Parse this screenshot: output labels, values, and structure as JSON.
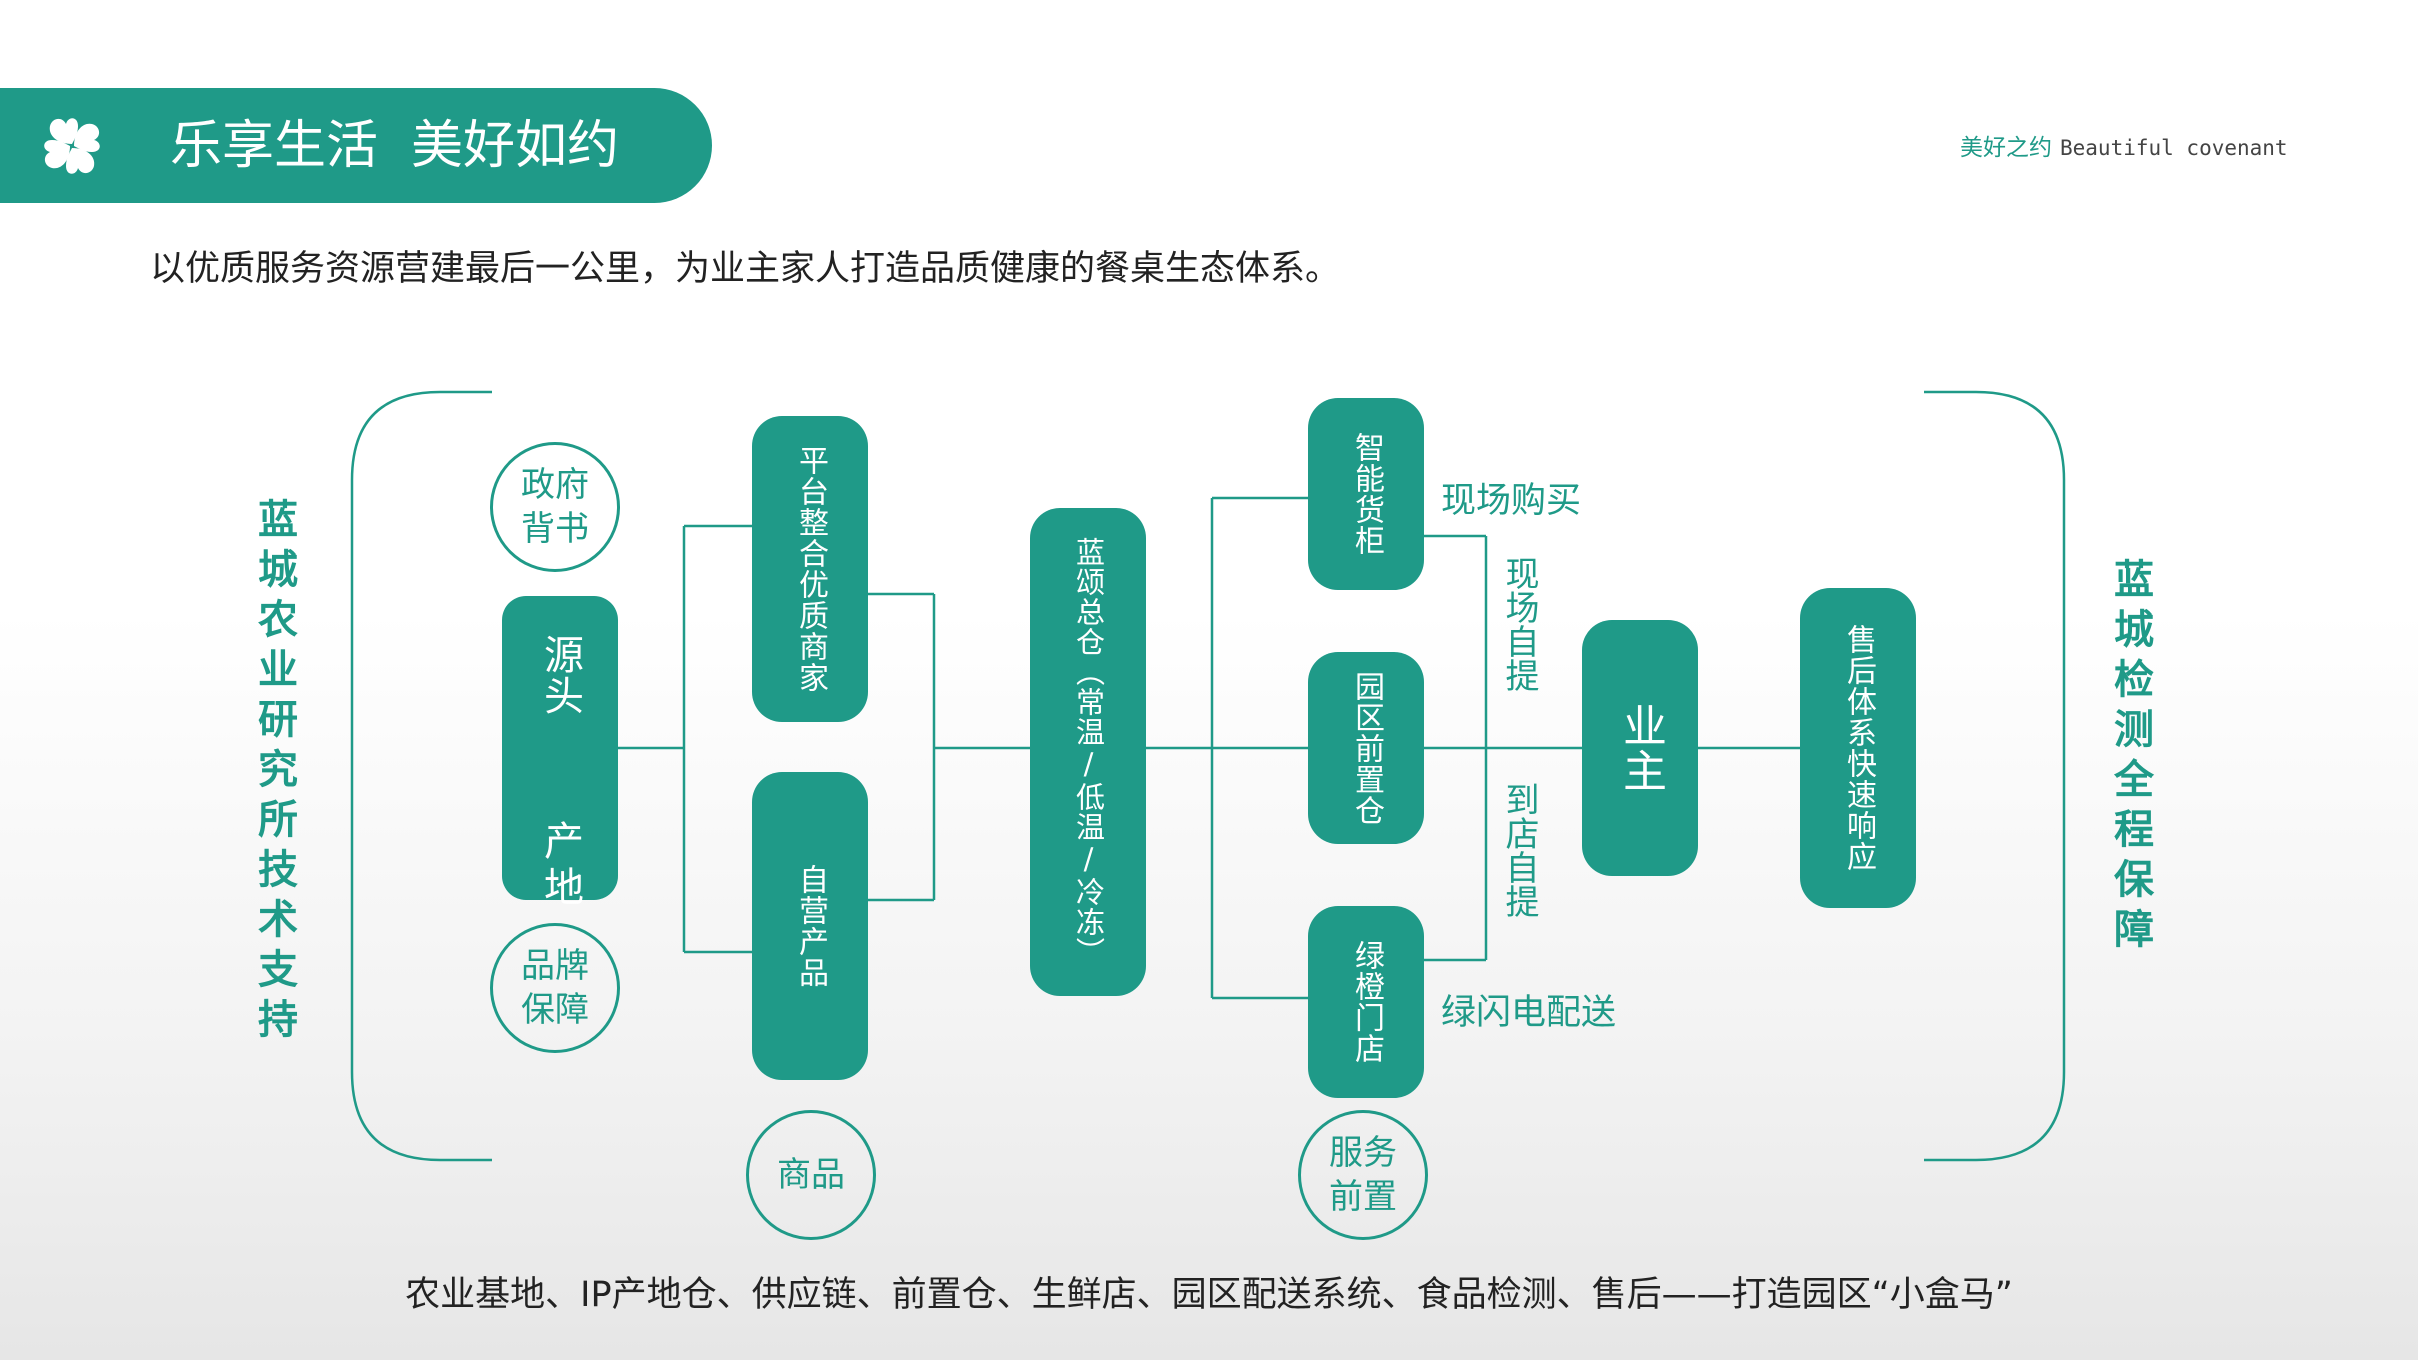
{
  "header": {
    "title": "乐享生活  美好如约",
    "logo_icon": "clover-icon"
  },
  "brand_tag": {
    "cn": "美好之约",
    "en": "Beautiful covenant"
  },
  "subtitle": "以优质服务资源营建最后一公里，为业主家人打造品质健康的餐桌生态体系。",
  "left_label": [
    "蓝",
    "城",
    "农",
    "业",
    "研",
    "究",
    "所",
    "技",
    "术",
    "支",
    "持"
  ],
  "right_label": [
    "蓝",
    "城",
    "检",
    "测",
    "全",
    "程",
    "保",
    "障"
  ],
  "circles": {
    "gov": [
      "政府",
      "背书"
    ],
    "brand": [
      "品牌",
      "保障"
    ],
    "goods": "商品",
    "service": [
      "服务",
      "前置"
    ]
  },
  "nodes": {
    "source": {
      "top": "源头",
      "bottom": "产地"
    },
    "platform": "平台整合优质商家",
    "self": "自营产品",
    "warehouse": "蓝颂总仓（常温/低温/冷冻）",
    "cabinet": "智能货柜",
    "park": "园区前置仓",
    "store": "绿橙门店",
    "owner": "业主",
    "aftersale": "售后体系快速响应"
  },
  "channels": {
    "buy": "现场购买",
    "pickup": "现场自提",
    "store_pickup": "到店自提",
    "delivery": "绿闪电配送"
  },
  "footer": "农业基地、IP产地仓、供应链、前置仓、生鲜店、园区配送系统、食品检测、售后——打造园区“小盒马”",
  "colors": {
    "accent": "#1f9a88",
    "text": "#222222"
  }
}
